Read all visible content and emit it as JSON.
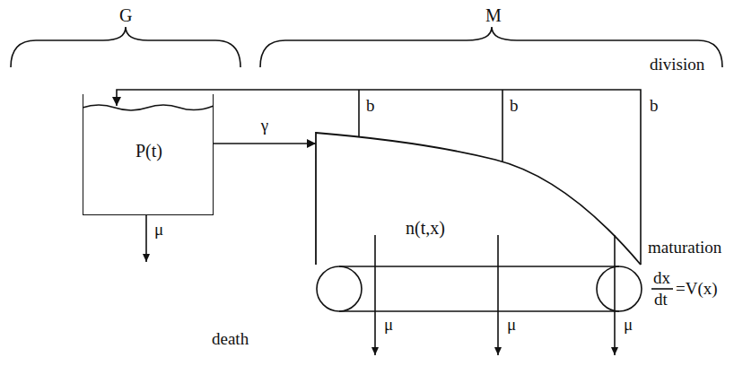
{
  "diagram": {
    "nodes": [
      {
        "text": [
          "P(t)"
        ]
      },
      {
        "text": [
          "n(t,x)"
        ]
      }
    ],
    "edges": [
      {
        "from": 0,
        "to": 1,
        "arrow": "to",
        "label": "γ"
      },
      {
        "from": 1,
        "to": 0,
        "arrow": "to",
        "label": "b"
      }
    ],
    "labels": [
      "G",
      "M",
      "b",
      "b",
      "division",
      "maturation",
      "dx",
      "dt",
      "=V(x)",
      "μ",
      "μ",
      "μ",
      "μ",
      "death"
    ]
  }
}
